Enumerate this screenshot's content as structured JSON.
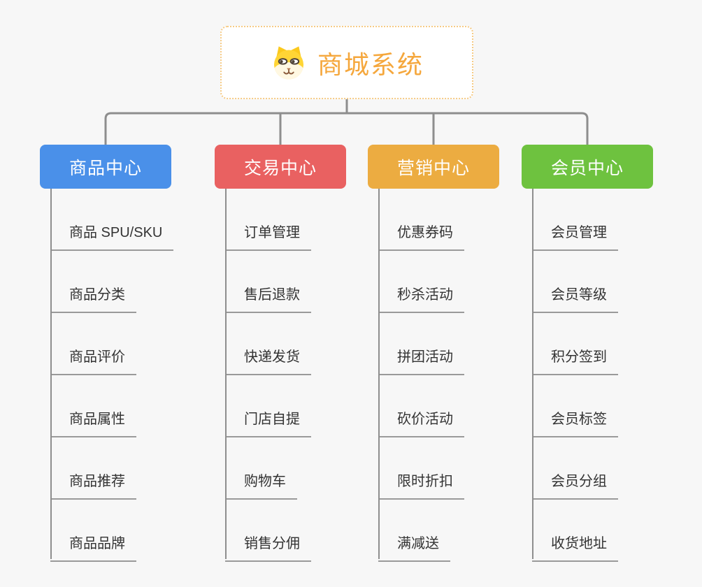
{
  "background": "#F7F7F7",
  "connector_color": "#8E8E8E",
  "root": {
    "title": "商城系统",
    "icon": "shiba-dog-icon",
    "text_color": "#F5A73C",
    "border_color": "#F6CB85"
  },
  "branches": [
    {
      "label": "商品中心",
      "color": "#4A90E9",
      "items": [
        "商品 SPU/SKU",
        "商品分类",
        "商品评价",
        "商品属性",
        "商品推荐",
        "商品品牌"
      ]
    },
    {
      "label": "交易中心",
      "color": "#E96161",
      "items": [
        "订单管理",
        "售后退款",
        "快递发货",
        "门店自提",
        "购物车",
        "销售分佣"
      ]
    },
    {
      "label": "营销中心",
      "color": "#ECAC41",
      "items": [
        "优惠券码",
        "秒杀活动",
        "拼团活动",
        "砍价活动",
        "限时折扣",
        "满减送"
      ]
    },
    {
      "label": "会员中心",
      "color": "#6EC23F",
      "items": [
        "会员管理",
        "会员等级",
        "积分签到",
        "会员标签",
        "会员分组",
        "收货地址"
      ]
    }
  ]
}
